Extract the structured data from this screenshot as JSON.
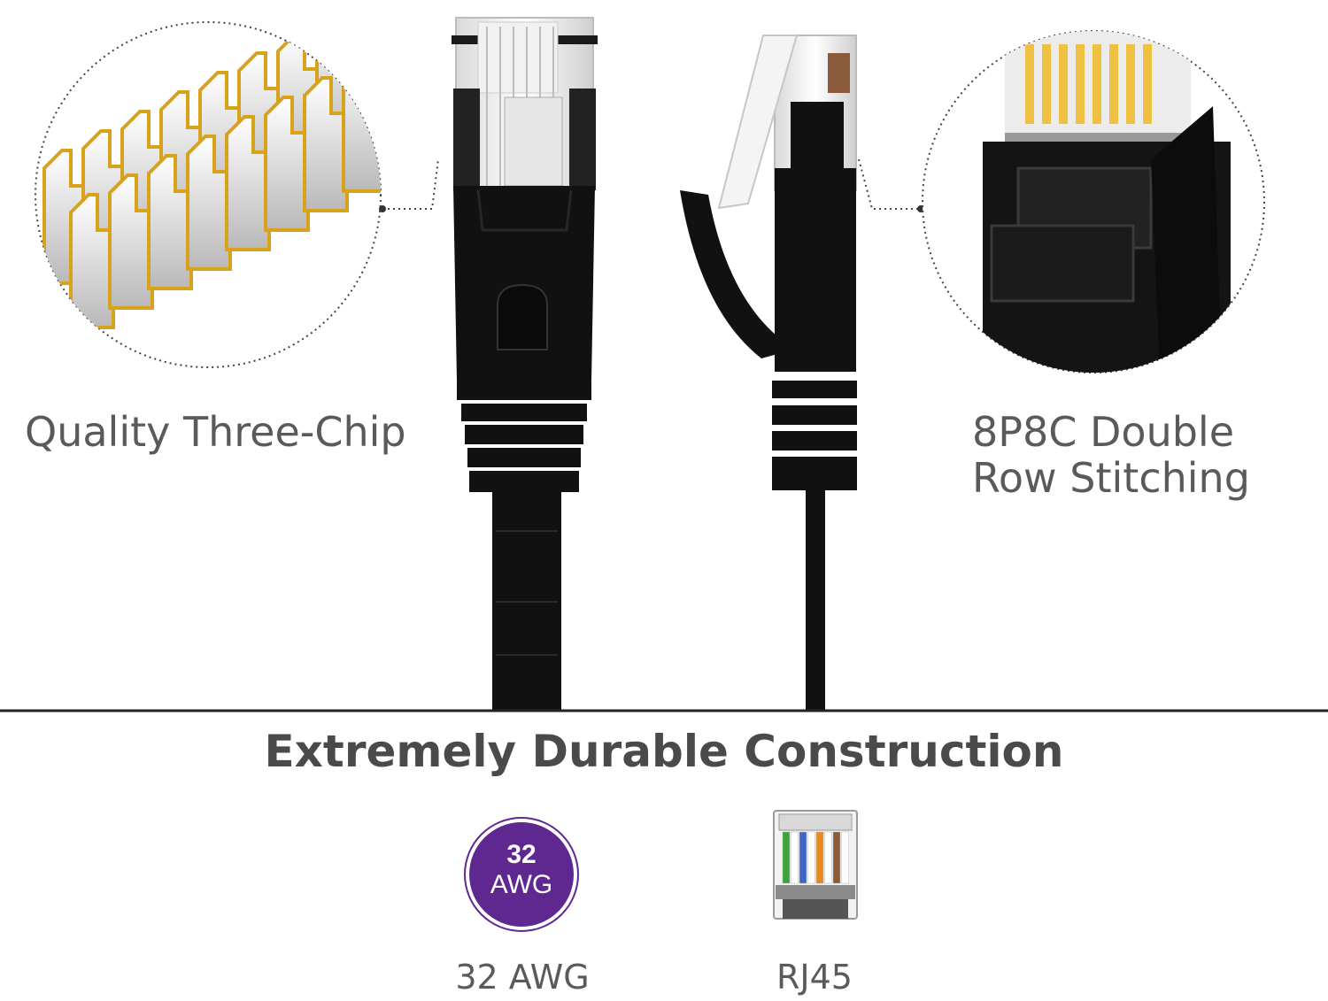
{
  "callouts": {
    "left": "Quality Three-Chip",
    "right_line1": "8P8C Double",
    "right_line2": "Row Stitching"
  },
  "headline": "Extremely Durable Construction",
  "icons": {
    "awg_badge_number": "32",
    "awg_badge_unit": "AWG",
    "awg_label": "32 AWG",
    "rj45_label": "RJ45"
  },
  "colors": {
    "caption_gray": "#5a5a5a",
    "badge_purple": "#5f2790",
    "cable_black": "#111111",
    "contact_gold": "#d8a21a"
  }
}
